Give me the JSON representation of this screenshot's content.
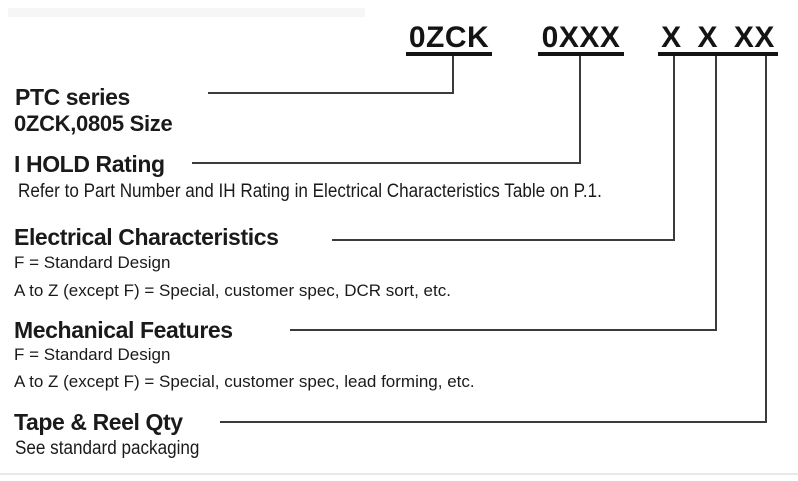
{
  "diagram": {
    "part_number": {
      "seg1": "0ZCK",
      "seg2": "0XXX",
      "seg3": "X X XX"
    },
    "sections": {
      "ptc": {
        "title": "PTC series",
        "subtitle": "0ZCK,0805 Size"
      },
      "ihold": {
        "title": "I HOLD Rating",
        "note": "Refer to Part Number and IH Rating in Electrical Characteristics Table on P.1."
      },
      "electrical": {
        "title": "Electrical Characteristics",
        "line1": "F = Standard Design",
        "line2": "A to Z (except F) = Special, customer spec, DCR sort, etc."
      },
      "mechanical": {
        "title": "Mechanical Features",
        "line1": "F = Standard Design",
        "line2": "A to Z (except F) = Special, customer spec, lead forming, etc."
      },
      "tape": {
        "title": "Tape & Reel Qty",
        "subtitle": "See standard packaging"
      }
    },
    "colors": {
      "background": "#ffffff",
      "text": "#1a1a1a",
      "connector": "#3b3b3b",
      "underline": "#141414"
    }
  }
}
